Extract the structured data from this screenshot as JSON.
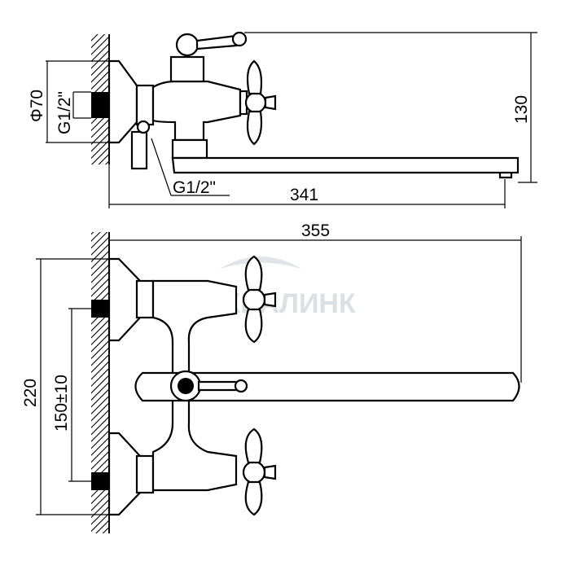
{
  "title": "Faucet dimension drawing",
  "watermark": "АКВАЛИНК",
  "top_view": {
    "diameter_label": "Φ70",
    "inlet_thread_label": "G1/2\"",
    "outlet_thread_label": "G1/2\"",
    "spout_length_label": "341",
    "height_label": "130"
  },
  "front_view": {
    "total_length_label": "355",
    "total_height_label": "220",
    "centers_label": "150±10"
  },
  "colors": {
    "line": "#000000",
    "watermark": "#9aa7b5"
  }
}
